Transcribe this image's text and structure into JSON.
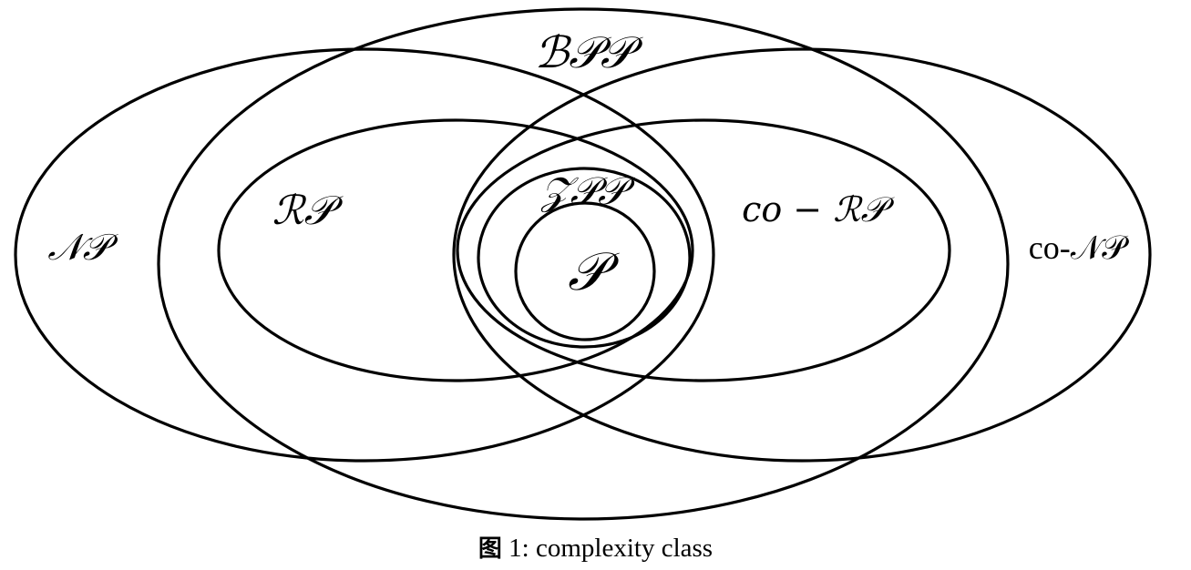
{
  "diagram": {
    "classes": {
      "np": "𝒩𝒫",
      "bpp": "ℬ𝒫𝒫",
      "rp": "ℛ𝒫",
      "zpp": "𝒵𝒫𝒫",
      "p": "𝒫",
      "co_rp": "co − ℛ𝒫",
      "co_np": "co-𝒩𝒫"
    }
  },
  "caption": {
    "prefix": "图",
    "text": "1: complexity class"
  },
  "colors": {
    "stroke": "#000000",
    "background": "#ffffff"
  }
}
